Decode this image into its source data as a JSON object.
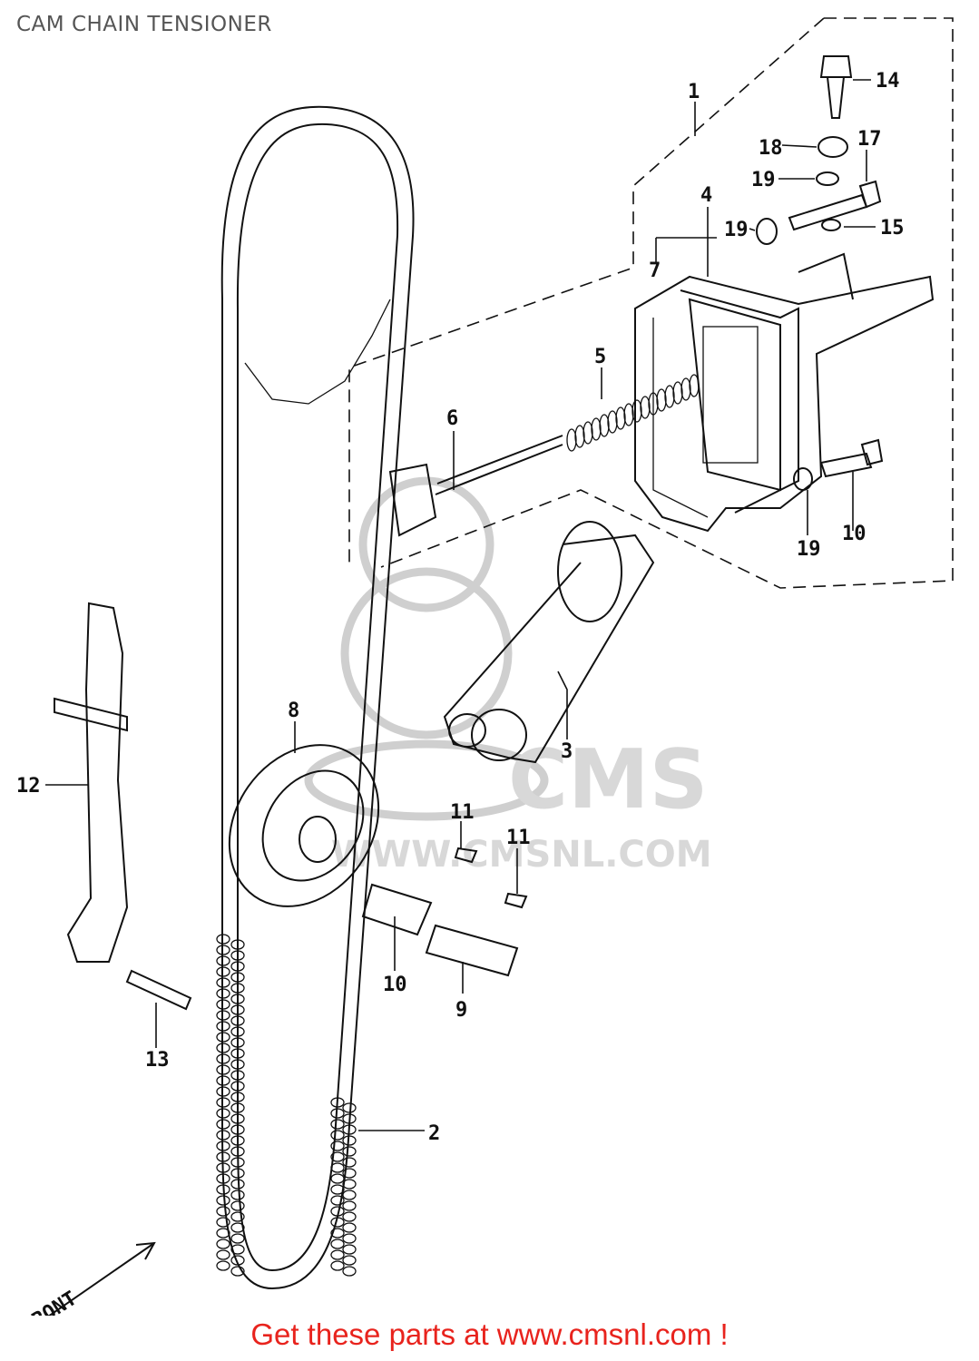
{
  "title": "CAM CHAIN TENSIONER",
  "footer": "Get these parts at www.cmsnl.com !",
  "direction_label": "FRONT",
  "watermark": {
    "brand": "CMS",
    "site": "WWW.CMSNL.COM"
  },
  "callouts": [
    "1",
    "2",
    "3",
    "4",
    "5",
    "6",
    "7",
    "8",
    "9",
    "10",
    "11",
    "11",
    "12",
    "13",
    "14",
    "15",
    "10",
    "17",
    "18",
    "19",
    "19",
    "19"
  ],
  "colors": {
    "footer": "#e8231d",
    "ink": "#111111",
    "watermark": "#cfcfcf"
  }
}
